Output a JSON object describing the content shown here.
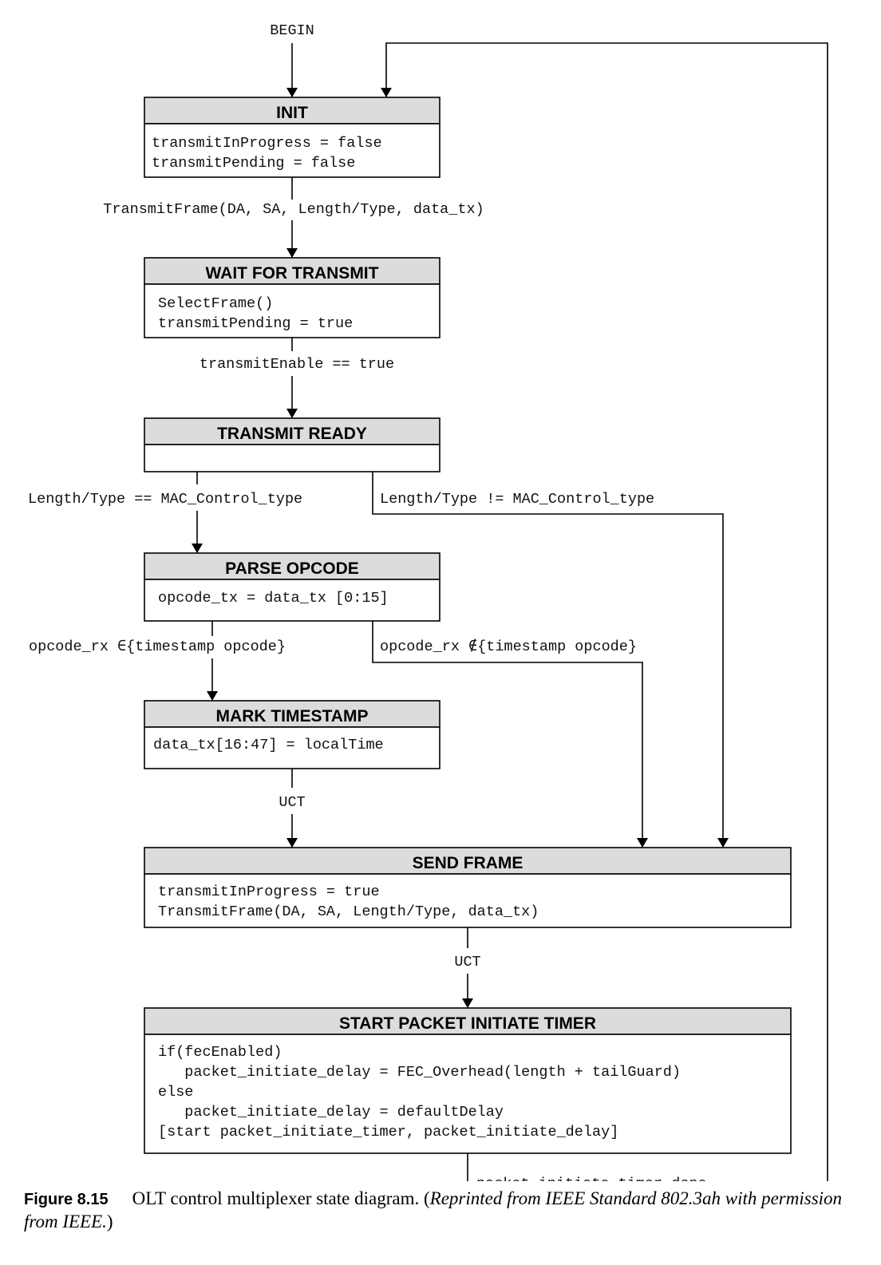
{
  "begin_label": "BEGIN",
  "states": {
    "init": {
      "title": "INIT",
      "lines": [
        "transmitInProgress = false",
        "transmitPending = false"
      ]
    },
    "wait_for_transmit": {
      "title": "WAIT FOR TRANSMIT",
      "lines": [
        "SelectFrame()",
        "transmitPending = true"
      ]
    },
    "transmit_ready": {
      "title": "TRANSMIT READY",
      "lines": []
    },
    "parse_opcode": {
      "title": "PARSE OPCODE",
      "lines": [
        "opcode_tx = data_tx [0:15]"
      ]
    },
    "mark_timestamp": {
      "title": "MARK TIMESTAMP",
      "lines": [
        "data_tx[16:47] = localTime"
      ]
    },
    "send_frame": {
      "title": "SEND FRAME",
      "lines": [
        "transmitInProgress = true",
        "TransmitFrame(DA, SA, Length/Type, data_tx)"
      ]
    },
    "start_packet_initiate_timer": {
      "title": "START PACKET INITIATE TIMER",
      "lines": [
        "if(fecEnabled)",
        "   packet_initiate_delay = FEC_Overhead(length + tailGuard)",
        "else",
        "   packet_initiate_delay = defaultDelay",
        "[start packet_initiate_timer, packet_initiate_delay]"
      ]
    }
  },
  "transitions": {
    "init_to_wait": "TransmitFrame(DA, SA, Length/Type, data_tx)",
    "wait_to_ready": "transmitEnable == true",
    "ready_to_parse": "Length/Type == MAC_Control_type",
    "ready_to_send": "Length/Type != MAC_Control_type",
    "parse_to_mark": "opcode_rx ∈{timestamp opcode}",
    "parse_to_send": "opcode_rx ∉{timestamp opcode}",
    "mark_to_send": "UCT",
    "send_to_timer": "UCT",
    "timer_to_init": "packet_initiate_timer_done"
  },
  "caption": {
    "label": "Figure 8.15",
    "text": "OLT control multiplexer state diagram. (",
    "credit": "Reprinted from IEEE Standard 802.3ah with permission from IEEE.",
    "close": ")"
  }
}
